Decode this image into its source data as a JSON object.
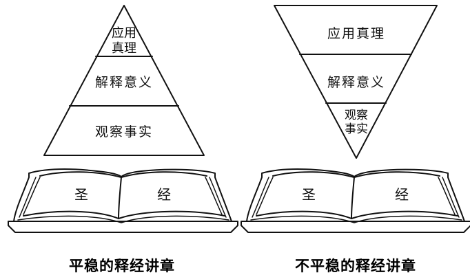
{
  "stable": {
    "apply_line1": "应用",
    "apply_line2": "真理",
    "interpret": "解释意义",
    "observe": "观察事实",
    "book_left": "圣",
    "book_right": "经",
    "caption": "平稳的释经讲章"
  },
  "unstable": {
    "apply": "应用真理",
    "interpret": "解释意义",
    "observe_line1": "观察",
    "observe_line2": "事实",
    "book_left": "圣",
    "book_right": "经",
    "caption": "不平稳的释经讲章"
  }
}
